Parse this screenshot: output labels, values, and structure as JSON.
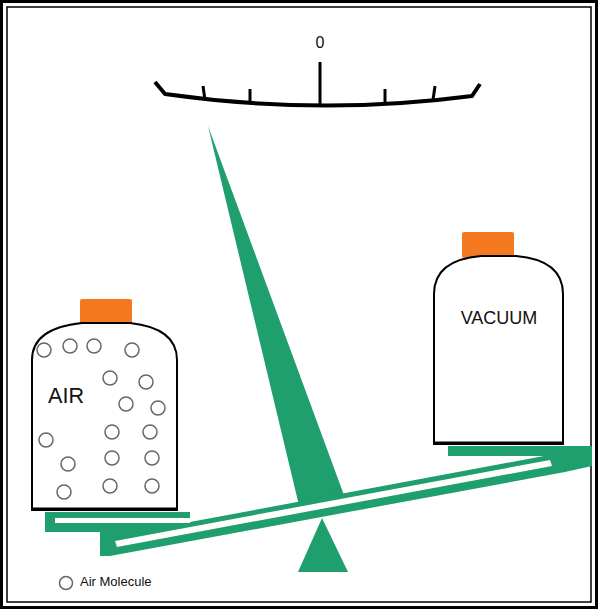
{
  "diagram": {
    "nodes": [
      {
        "text": [
          "AIR"
        ]
      },
      {
        "text": [
          "VACUUM"
        ]
      }
    ],
    "labels": [
      "0"
    ],
    "legend": [
      {
        "text": "Air Molecule"
      }
    ]
  }
}
